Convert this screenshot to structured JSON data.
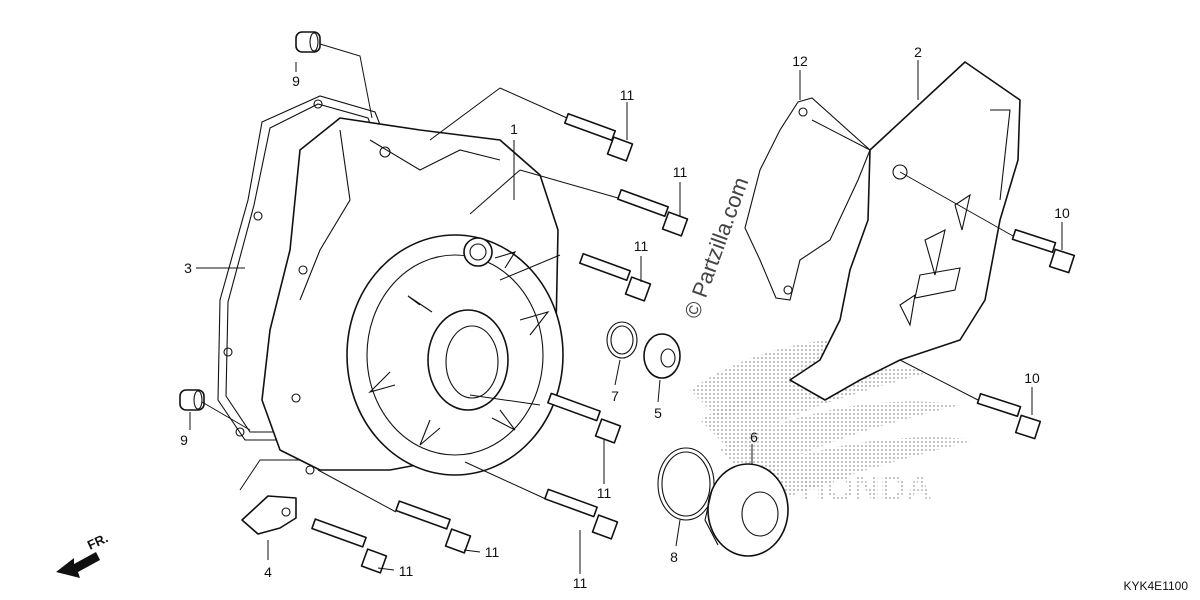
{
  "diagram": {
    "code": "KYK4E1100",
    "watermark": "© Partzilla.com",
    "direction_label": "FR.",
    "brand_mark": "HONDA",
    "callouts": [
      {
        "id": "c-1",
        "text": "1"
      },
      {
        "id": "c-2",
        "text": "2"
      },
      {
        "id": "c-3",
        "text": "3"
      },
      {
        "id": "c-4",
        "text": "4"
      },
      {
        "id": "c-5",
        "text": "5"
      },
      {
        "id": "c-6",
        "text": "6"
      },
      {
        "id": "c-7",
        "text": "7"
      },
      {
        "id": "c-8",
        "text": "8"
      },
      {
        "id": "c-9a",
        "text": "9"
      },
      {
        "id": "c-9b",
        "text": "9"
      },
      {
        "id": "c-10a",
        "text": "10"
      },
      {
        "id": "c-10b",
        "text": "10"
      },
      {
        "id": "c-11a",
        "text": "11"
      },
      {
        "id": "c-11b",
        "text": "11"
      },
      {
        "id": "c-11c",
        "text": "11"
      },
      {
        "id": "c-11d",
        "text": "11"
      },
      {
        "id": "c-11e",
        "text": "11"
      },
      {
        "id": "c-11f",
        "text": "11"
      },
      {
        "id": "c-11g",
        "text": "11"
      },
      {
        "id": "c-12",
        "text": "12"
      }
    ]
  }
}
